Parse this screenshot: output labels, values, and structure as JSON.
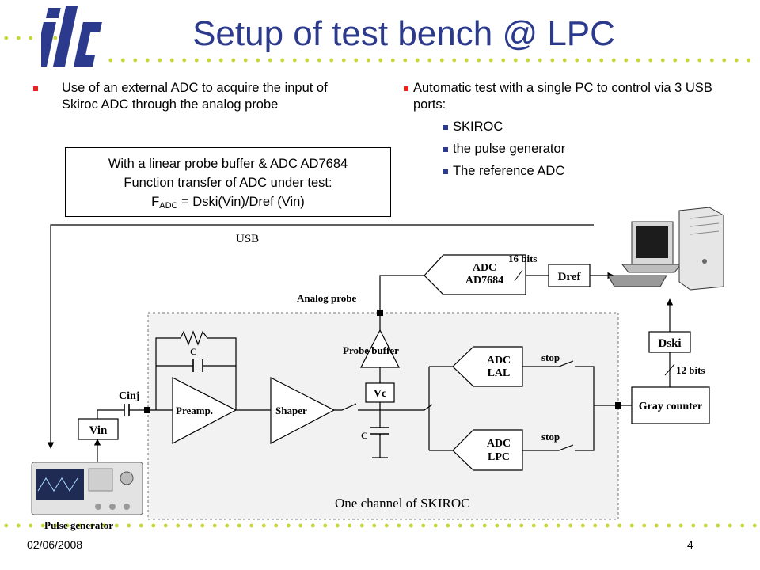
{
  "slide": {
    "title": "Setup of test bench @ LPC",
    "left_bullets": [
      "Use of an external ADC to acquire the input of Skiroc ADC through the analog probe"
    ],
    "formula_box": {
      "line1": "With a linear probe buffer & ADC AD7684",
      "line2": "Function transfer of ADC under test:",
      "f_main": "F",
      "f_sub": "ADC",
      "f_rest": " = Dski(Vin)/Dref (Vin)"
    },
    "right_bullets": {
      "main": "Automatic test with a single PC to control via 3 USB ports:",
      "sub": [
        "SKIROC",
        "the pulse generator",
        "The reference ADC"
      ]
    },
    "footer": {
      "date": "02/06/2008",
      "page": "4"
    },
    "colors": {
      "title": "#2b3a8c",
      "bullet_red": "#e8241c",
      "bullet_blue": "#2b3a8c",
      "dots": "#c7d63a"
    }
  },
  "diagram": {
    "usb": "USB",
    "analog_probe": "Analog probe",
    "adc_top_l1": "ADC",
    "adc_top_l2": "AD7684",
    "bits16": "16 bits",
    "dref": "Dref",
    "dski": "Dski",
    "bits12": "12 bits",
    "probe_buffer": "Probe buffer",
    "vc": "Vc",
    "c_feedback": "C",
    "c_hold": "C",
    "cinj": "Cinj",
    "vin": "Vin",
    "preamp": "Preamp.",
    "shaper": "Shaper",
    "adc_lal_l1": "ADC",
    "adc_lal_l2": "LAL",
    "adc_lpc_l1": "ADC",
    "adc_lpc_l2": "LPC",
    "stop1": "stop",
    "stop2": "stop",
    "gray_counter": "Gray counter",
    "channel_label": "One channel of SKIROC",
    "pulse_generator": "Pulse generator"
  },
  "icons": {
    "logo": "ilc-logo",
    "pc": "desktop-computer-icon",
    "generator": "pulse-generator-icon"
  }
}
